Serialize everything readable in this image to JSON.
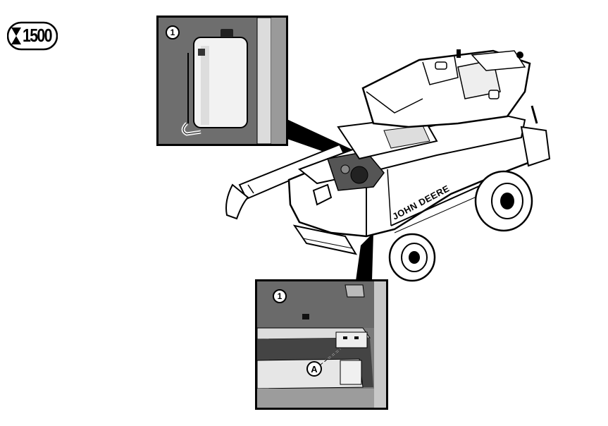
{
  "service_interval": {
    "hours": "1500",
    "icon": "hourglass-icon"
  },
  "callouts": {
    "inset_top_number": "1",
    "inset_bottom_number": "1",
    "item_a": "A"
  },
  "machine": {
    "brand_text": "JOHN DEERE"
  },
  "colors": {
    "line": "#000000",
    "inset_background": "#6e6e6e",
    "panel": "#ffffff"
  }
}
